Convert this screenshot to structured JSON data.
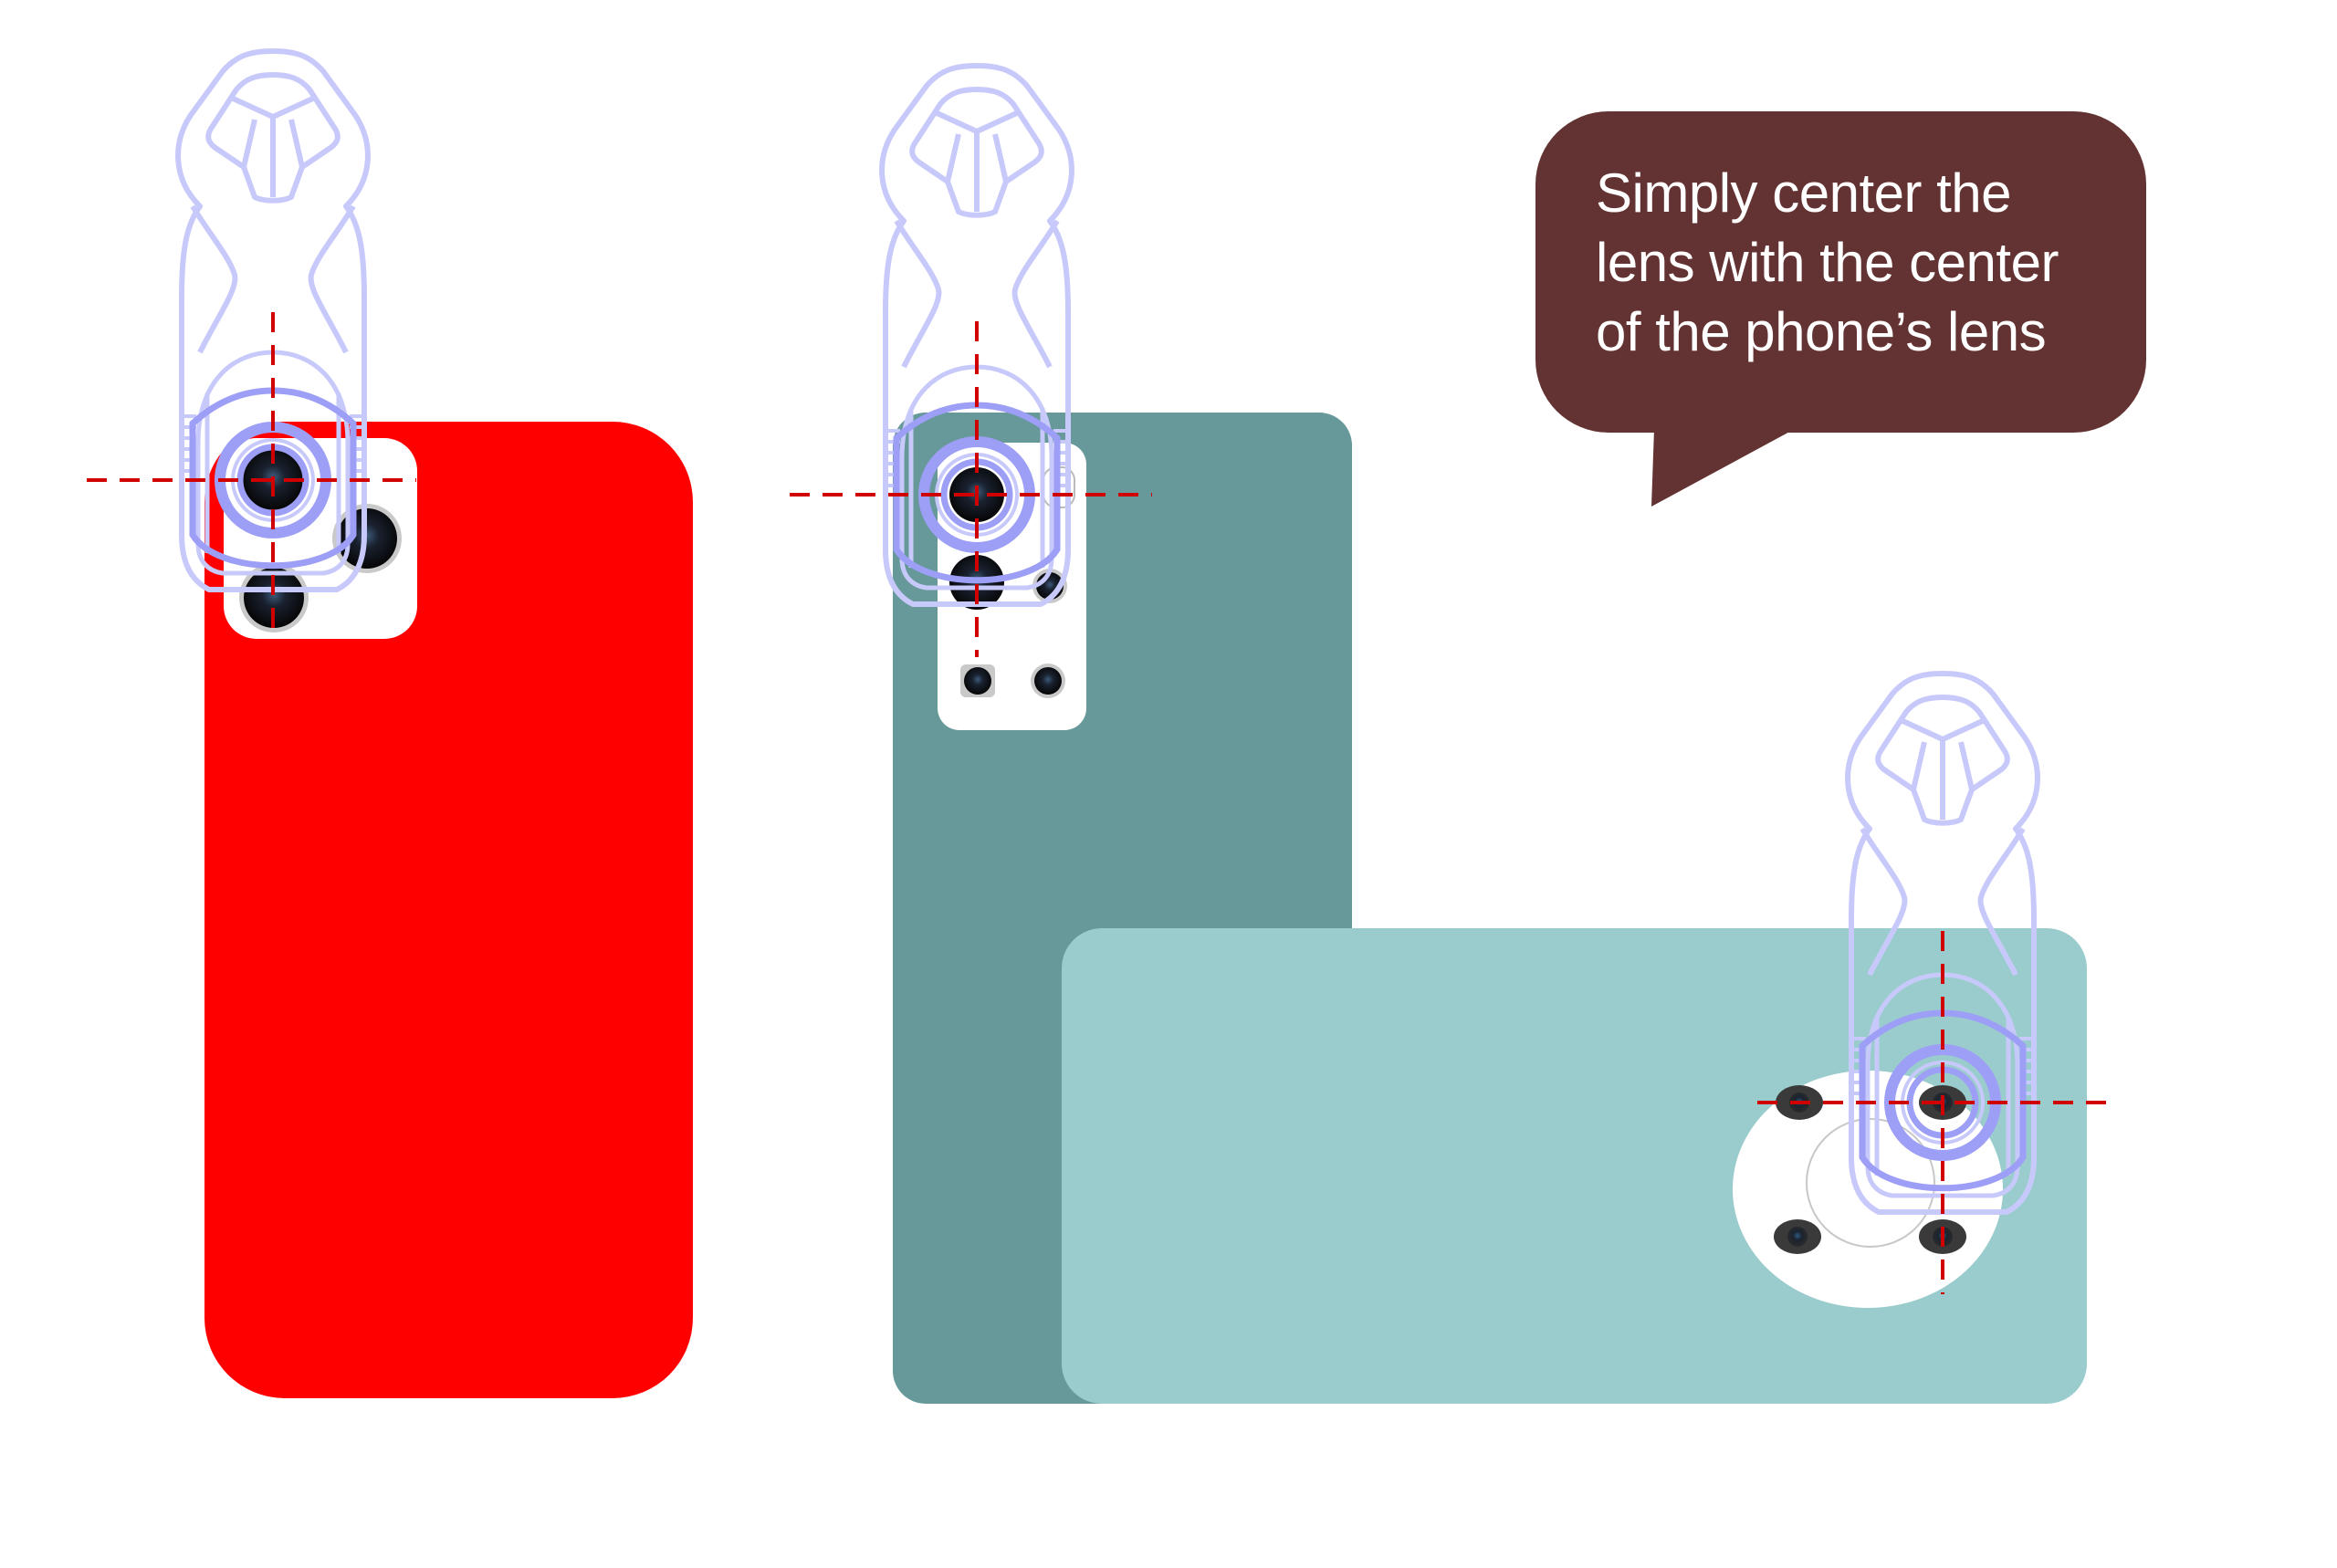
{
  "callout": {
    "line1": "Simply center the",
    "line2": "lens with the center",
    "line3": "of the phone’s lens",
    "background": "#633232",
    "text_color": "#ffffff"
  },
  "colors": {
    "phone_red": "#ff0000",
    "phone_dark_teal": "#67999a",
    "phone_light_teal": "#9bcccd",
    "clip_outline": "#c8c9fb",
    "clip_ring": "#9d9ef6",
    "crosshair": "#d10000"
  },
  "figures": [
    {
      "name": "phone-1-red-portrait",
      "lens_count": 3
    },
    {
      "name": "phone-2-teal-portrait",
      "lens_count": 5
    },
    {
      "name": "phone-3-light-teal-landscape",
      "lens_count": 4
    }
  ]
}
